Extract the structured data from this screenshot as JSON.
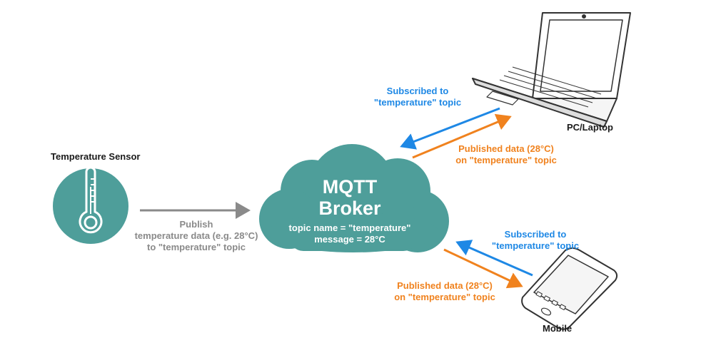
{
  "sensor": {
    "title": "Temperature Sensor"
  },
  "publish_sensor": {
    "lines": [
      "Publish",
      "temperature data (e.g. 28°C)",
      "to \"temperature\" topic"
    ]
  },
  "broker": {
    "title_lines": [
      "MQTT",
      "Broker"
    ],
    "info_lines": [
      "topic name = \"temperature\"",
      "message = 28°C"
    ]
  },
  "laptop": {
    "label": "PC/Laptop",
    "subscribed_lines": [
      "Subscribed to",
      "\"temperature\" topic"
    ],
    "published_lines": [
      "Published data (28°C)",
      "on \"temperature\" topic"
    ]
  },
  "mobile": {
    "label": "Mobile",
    "subscribed_lines": [
      "Subscribed to",
      "\"temperature\" topic"
    ],
    "published_lines": [
      "Published data (28°C)",
      "on \"temperature\" topic"
    ]
  },
  "colors": {
    "teal": "#4e9e9a",
    "blue": "#1e88e5",
    "orange": "#f0821e",
    "gray": "#8a8a8a"
  }
}
